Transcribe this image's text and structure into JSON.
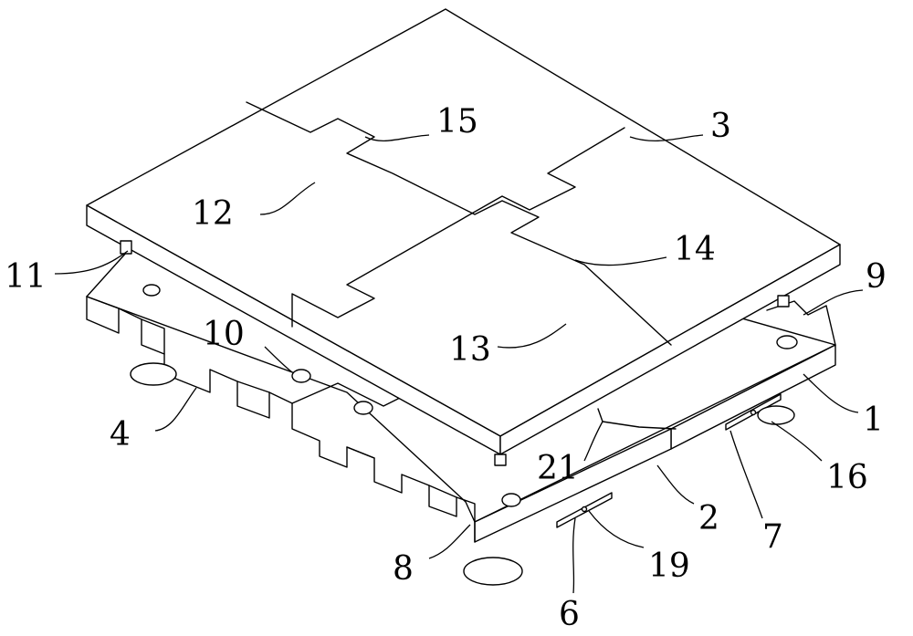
{
  "labels": {
    "l1": "1",
    "l2": "2",
    "l3": "3",
    "l4": "4",
    "l6": "6",
    "l7": "7",
    "l8": "8",
    "l9": "9",
    "l10": "10",
    "l11": "11",
    "l12": "12",
    "l13": "13",
    "l14": "14",
    "l15": "15",
    "l16": "16",
    "l19": "19",
    "l21": "21"
  }
}
